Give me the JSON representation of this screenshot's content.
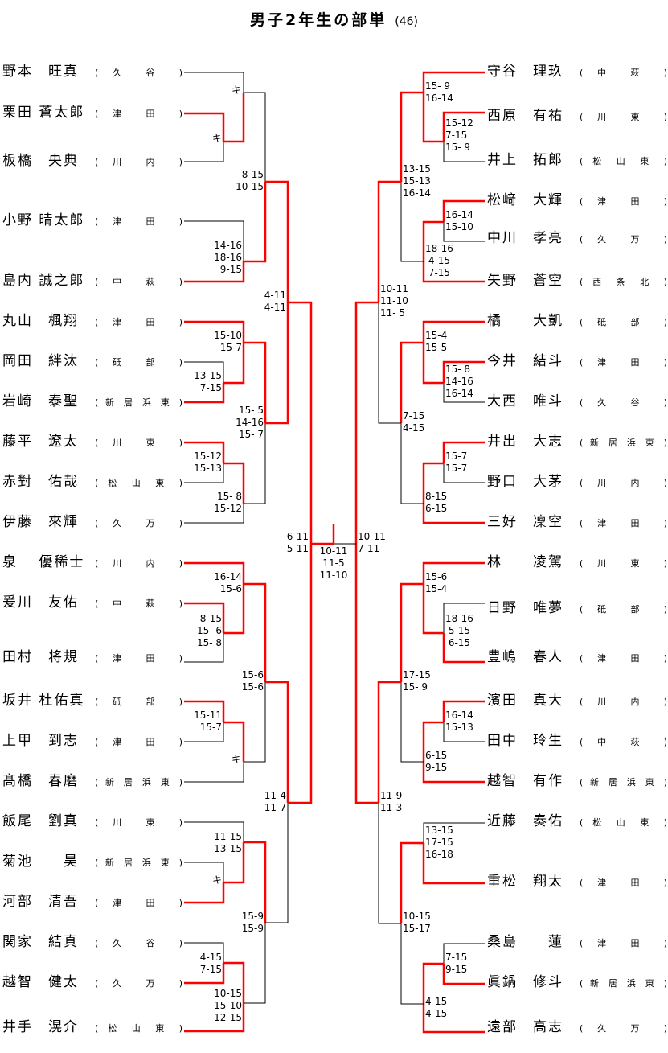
{
  "title": "男子2年生の部単",
  "count": "(46)",
  "colors": {
    "winner": "#ff0000",
    "line": "#000000"
  },
  "left_players": [
    {
      "name": "野本　旺真",
      "school": "( 久 谷 )"
    },
    {
      "name": "栗田 蒼太郎",
      "school": "( 津 田 )"
    },
    {
      "name": "板橋　央典",
      "school": "( 川 内 )"
    },
    {
      "name": "小野 晴太郎",
      "school": "( 津 田 )"
    },
    {
      "name": "島内 誠之郎",
      "school": "( 中 萩 )"
    },
    {
      "name": "丸山　楓翔",
      "school": "( 津 田 )"
    },
    {
      "name": "岡田　絆汰",
      "school": "( 砥 部 )"
    },
    {
      "name": "岩崎　泰聖",
      "school": "( 新 居 浜 東 )"
    },
    {
      "name": "藤平　遼太",
      "school": "( 川 東 )"
    },
    {
      "name": "赤對　佑哉",
      "school": "( 松 山 東 )"
    },
    {
      "name": "伊藤　來輝",
      "school": "( 久 万 )"
    },
    {
      "name": "泉　 優稀士",
      "school": "( 川 内 )"
    },
    {
      "name": "爰川　友佑",
      "school": "( 中 萩 )"
    },
    {
      "name": "田村　将規",
      "school": "( 津 田 )"
    },
    {
      "name": "坂井 杜佑真",
      "school": "( 砥 部 )"
    },
    {
      "name": "上甲　到志",
      "school": "( 津 田 )"
    },
    {
      "name": "髙橋　春磨",
      "school": "( 新 居 浜 東 )"
    },
    {
      "name": "飯尾　劉真",
      "school": "( 川 東 )"
    },
    {
      "name": "菊池　　昊",
      "school": "( 新 居 浜 東 )"
    },
    {
      "name": "河部　清吾",
      "school": "( 津 田 )"
    },
    {
      "name": "関家　結真",
      "school": "( 久 谷 )"
    },
    {
      "name": "越智　健太",
      "school": "( 久 万 )"
    },
    {
      "name": "井手　滉介",
      "school": "( 松 山 東 )"
    }
  ],
  "right_players": [
    {
      "name": "守谷　理玖",
      "school": "( 中 萩 )"
    },
    {
      "name": "西原　有祐",
      "school": "( 川 東 )"
    },
    {
      "name": "井上　拓郎",
      "school": "( 松 山 東 )"
    },
    {
      "name": "松﨑　大輝",
      "school": "( 津 田 )"
    },
    {
      "name": "中川　孝亮",
      "school": "( 久 万 )"
    },
    {
      "name": "矢野　蒼空",
      "school": "( 西 条 北 )"
    },
    {
      "name": "橘　　大凱",
      "school": "( 砥 部 )"
    },
    {
      "name": "今井　結斗",
      "school": "( 津 田 )"
    },
    {
      "name": "大西　唯斗",
      "school": "( 久 谷 )"
    },
    {
      "name": "井出　大志",
      "school": "( 新 居 浜 東 )"
    },
    {
      "name": "野口　大茅",
      "school": "( 川 内 )"
    },
    {
      "name": "三好　凜空",
      "school": "( 津 田 )"
    },
    {
      "name": "林　　凌駕",
      "school": "( 川 東 )"
    },
    {
      "name": "日野　唯夢",
      "school": "( 砥 部 )"
    },
    {
      "name": "豊嶋　春人",
      "school": "( 津 田 )"
    },
    {
      "name": "濱田　真大",
      "school": "( 川 内 )"
    },
    {
      "name": "田中　玲生",
      "school": "( 中 萩 )"
    },
    {
      "name": "越智　有作",
      "school": "( 新 居 浜 東 )"
    },
    {
      "name": "近藤　奏佑",
      "school": "( 松 山 東 )"
    },
    {
      "name": "重松　翔太",
      "school": "( 津 田 )"
    },
    {
      "name": "桑島　　蓮",
      "school": "( 津 田 )"
    },
    {
      "name": "眞鍋　修斗",
      "school": "( 新 居 浜 東 )"
    },
    {
      "name": "遠部　高志",
      "school": "( 久 万 )"
    }
  ],
  "scores": {
    "l_r1_a": "キ",
    "l_r2_a": "キ",
    "l_r3_a": "8-15\n10-15",
    "l_r2_b": "14-16\n18-16\n 9-15",
    "l_r4_a": "4-11\n4-11",
    "l_r2_c": "15-10\n15-7",
    "l_r1_b": "13-15\n7-15",
    "l_r3_b": "15- 5\n14-16\n15- 7",
    "l_r1_c": "15-12\n15-13",
    "l_r2_d": "15- 8\n15-12",
    "l_sf": "6-11\n5-11",
    "l_r2_e": "16-14\n15-6",
    "l_r1_d": "8-15\n15- 6\n15- 8",
    "l_r3_c": "15-6\n15-6",
    "l_r1_e": "15-11\n15-7",
    "l_r2_f": "キ",
    "l_r4_b": "11-4\n11-7",
    "l_r2_g": "11-15\n13-15",
    "l_r1_f": "キ",
    "l_r3_d": "15-9\n15-9",
    "l_r1_g": "4-15\n7-15",
    "l_r2_h": "10-15\n15-10\n12-15",
    "final": "10-11\n11-5\n11-10",
    "r_sf": "10-11\n7-11",
    "r_r2_a": "15- 9\n16-14",
    "r_r1_a": "15-12\n7-15\n15- 9",
    "r_r3_a": "13-15\n15-13\n16-14",
    "r_r1_b": "16-14\n15-10",
    "r_r2_b": "18-16\n 4-15\n 7-15",
    "r_r4_a": "10-11\n11-10\n11- 5",
    "r_r2_c": "15-4\n15-5",
    "r_r1_c": "15- 8\n14-16\n16-14",
    "r_r3_b": "7-15\n4-15",
    "r_r1_d": "15-7\n15-7",
    "r_r2_d": "8-15\n6-15",
    "r_r2_e": "15-6\n15-4",
    "r_r1_e": "18-16\n 5-15\n 6-15",
    "r_r3_c": "17-15\n15- 9",
    "r_r1_f": "16-14\n15-13",
    "r_r2_f": "6-15\n9-15",
    "r_r4_b": "11-9\n11-3",
    "r_r2_g": "13-15\n17-15\n16-18",
    "r_r3_d": "10-15\n15-17",
    "r_r1_g": "7-15\n9-15",
    "r_r2_h": "4-15\n4-15"
  }
}
